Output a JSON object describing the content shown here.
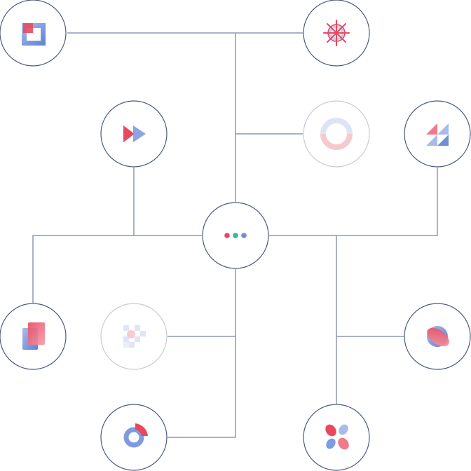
{
  "diagram": {
    "palette": {
      "line": "#8b98b5",
      "node_border": "#4a5a7f",
      "node_border_faded": "#c5cbdb",
      "red": "#e8495f",
      "blue": "#6f8fd6",
      "light_blue": "#a9bbea",
      "green": "#3fb39a"
    },
    "nodes": [
      {
        "id": "hub",
        "icon": "more-dots-icon",
        "faded": false
      },
      {
        "id": "top-left",
        "icon": "layers-square-icon",
        "faded": false
      },
      {
        "id": "top-right",
        "icon": "sparkle-target-icon",
        "faded": false
      },
      {
        "id": "fast-forward",
        "icon": "fast-forward-icon",
        "faded": false
      },
      {
        "id": "ring",
        "icon": "ring-icon",
        "faded": true
      },
      {
        "id": "triangles",
        "icon": "triangles-grid-icon",
        "faded": false
      },
      {
        "id": "cards",
        "icon": "stacked-cards-icon",
        "faded": false
      },
      {
        "id": "checker",
        "icon": "checker-blur-icon",
        "faded": true
      },
      {
        "id": "planet",
        "icon": "planet-icon",
        "faded": false
      },
      {
        "id": "donut",
        "icon": "donut-chart-icon",
        "faded": false
      },
      {
        "id": "petals",
        "icon": "petals-icon",
        "faded": false
      }
    ]
  }
}
